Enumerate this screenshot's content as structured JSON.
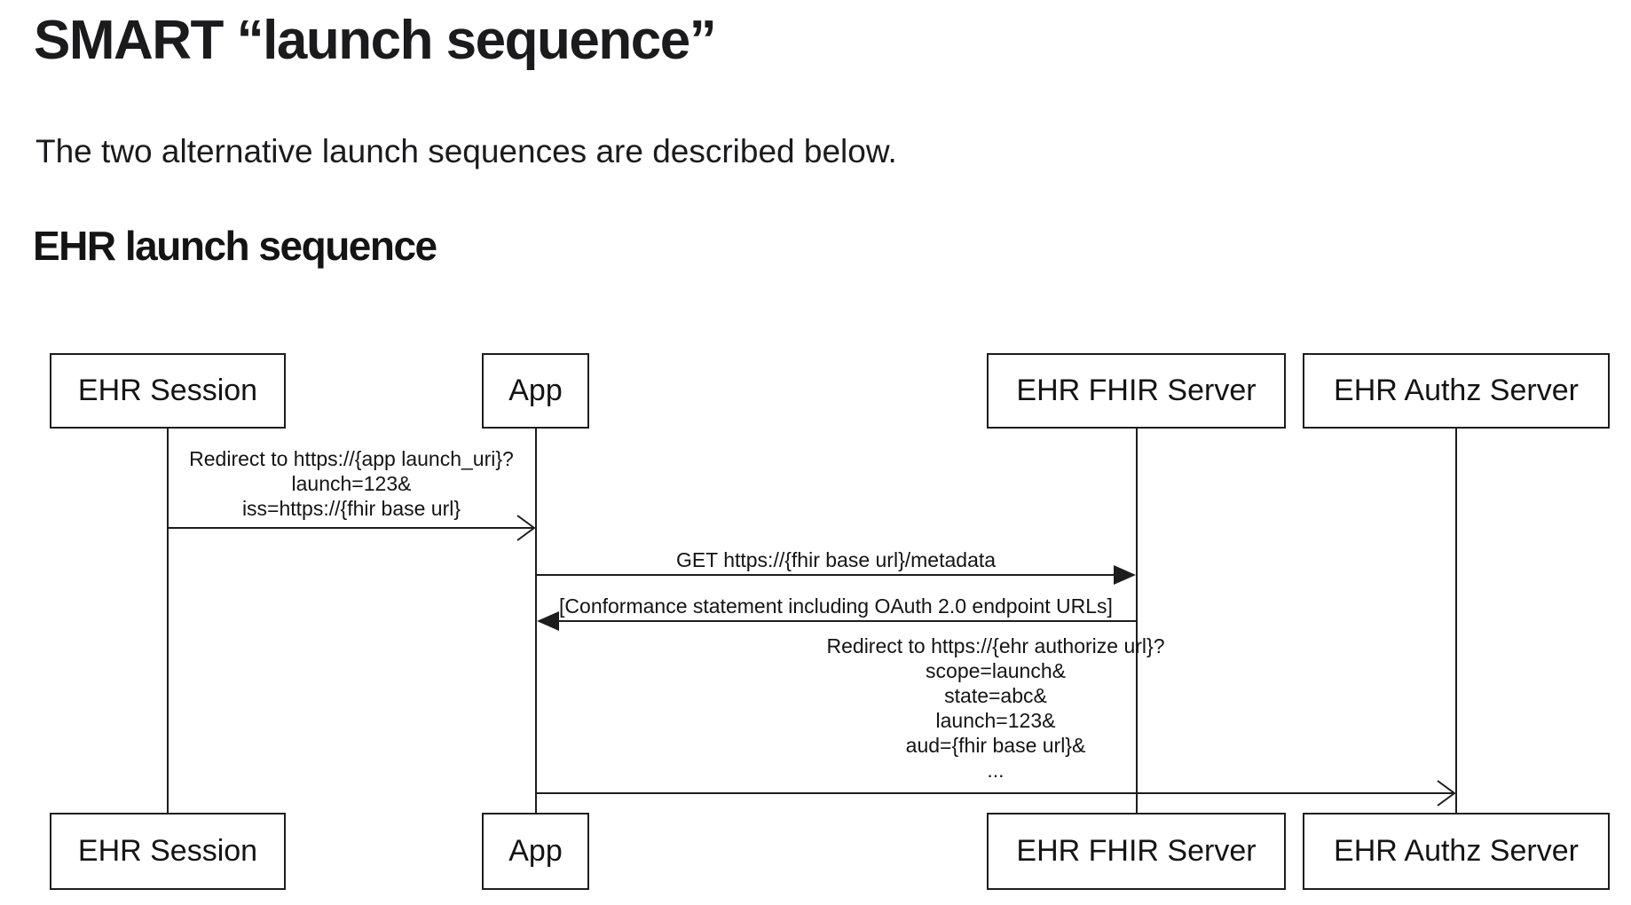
{
  "page": {
    "title": "SMART “launch sequence”",
    "intro": "The two alternative launch sequences are described below.",
    "section_heading": "EHR launch sequence"
  },
  "diagram": {
    "actors": [
      "EHR Session",
      "App",
      "EHR FHIR Server",
      "EHR Authz Server"
    ],
    "messages": [
      {
        "from": "EHR Session",
        "to": "App",
        "arrow_style": "open",
        "lines": [
          "Redirect to https://{app launch_uri}?",
          "launch=123&",
          "iss=https://{fhir base url}"
        ]
      },
      {
        "from": "App",
        "to": "EHR FHIR Server",
        "arrow_style": "filled",
        "lines": [
          "GET https://{fhir base url}/metadata"
        ]
      },
      {
        "from": "EHR FHIR Server",
        "to": "App",
        "arrow_style": "filled",
        "lines": [
          "[Conformance statement including OAuth 2.0 endpoint URLs]"
        ]
      },
      {
        "from": "App",
        "to": "EHR Authz Server",
        "arrow_style": "open",
        "lines": [
          "Redirect to https://{ehr authorize url}?",
          "scope=launch&",
          "state=abc&",
          "launch=123&",
          "aud={fhir base url}&",
          "..."
        ]
      }
    ],
    "colors": {
      "line": "#1d1d1d",
      "text": "#141414",
      "box_background": "#ffffff"
    }
  }
}
